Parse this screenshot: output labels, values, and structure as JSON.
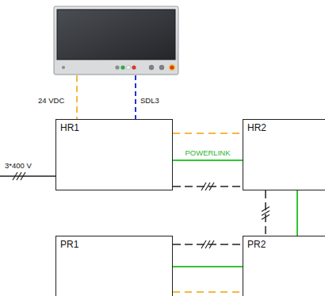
{
  "diagram": {
    "nodes": [
      {
        "text": [
          "HR1"
        ]
      },
      {
        "text": [
          "HR2"
        ]
      },
      {
        "text": [
          "PR1"
        ]
      },
      {
        "text": [
          "PR2"
        ]
      }
    ],
    "edges": [
      {
        "from": 0,
        "to": 1,
        "arrow": "none"
      },
      {
        "from": 0,
        "to": 1,
        "label": "POWERLINK",
        "arrow": "none"
      },
      {
        "from": 0,
        "to": 1,
        "arrow": "none"
      },
      {
        "from": 1,
        "to": 3,
        "arrow": "none"
      },
      {
        "from": 1,
        "to": 3,
        "arrow": "none"
      },
      {
        "from": 2,
        "to": 3,
        "arrow": "none"
      },
      {
        "from": 2,
        "to": 3,
        "arrow": "none"
      },
      {
        "from": 2,
        "to": 3,
        "arrow": "none"
      }
    ],
    "labels": [
      "24 VDC",
      "SDL3",
      "3*400 V"
    ]
  }
}
